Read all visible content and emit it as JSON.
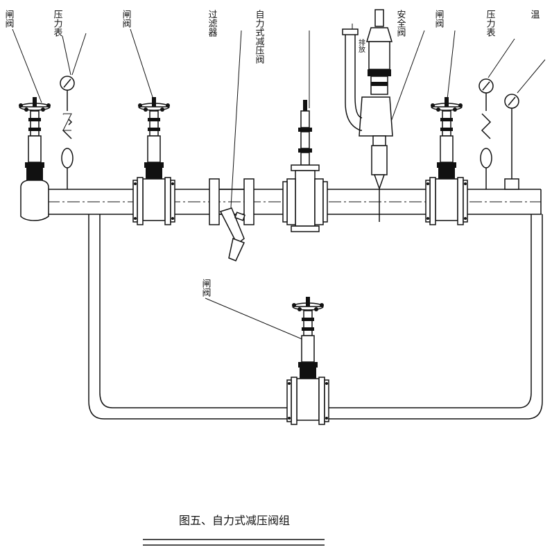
{
  "labels": {
    "gate_valve_1": "闸阀",
    "pressure_gauge_1": "压力表",
    "gate_valve_2": "闸阀",
    "filter": "过滤器",
    "regulator": "自力式减压阀",
    "safety_valve": "安全阀",
    "gate_valve_3": "闸阀",
    "pressure_gauge_2": "压力表",
    "thermometer_partial": "温",
    "gate_valve_bypass": "闸阀",
    "vent_tag": "排放"
  },
  "caption": "图五、自力式减压阀组"
}
